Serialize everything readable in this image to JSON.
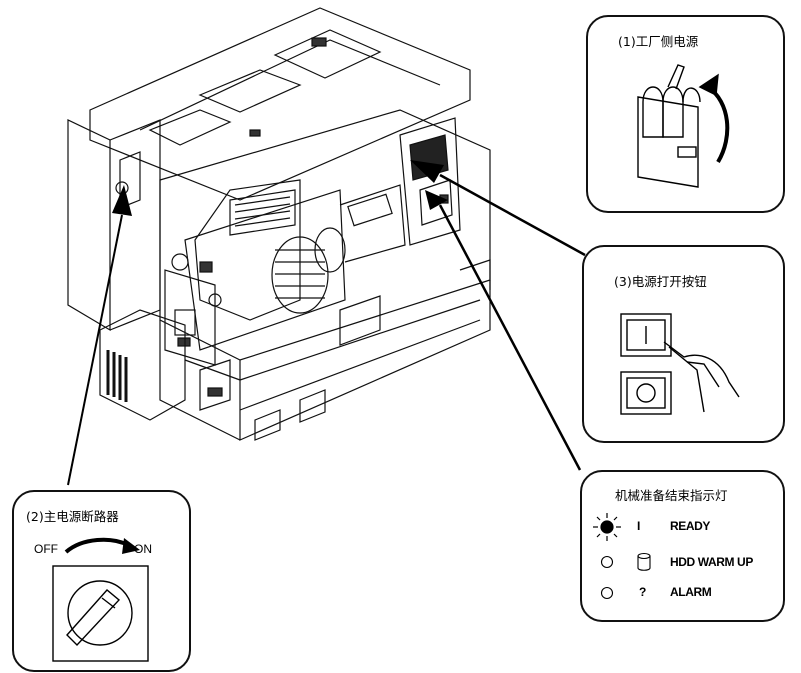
{
  "callouts": {
    "factory_power": {
      "title": "(1)工厂侧电源"
    },
    "main_breaker": {
      "title": "(2)主电源断路器",
      "off_label": "OFF",
      "on_label": "ON"
    },
    "power_on_button": {
      "title": "(3)电源打开按钮"
    },
    "ready_indicators": {
      "title": "机械准备结束指示灯",
      "rows": [
        {
          "symbol": "I",
          "label": "READY"
        },
        {
          "symbol": "",
          "label": "HDD WARM UP"
        },
        {
          "symbol": "?",
          "label": "ALARM"
        }
      ]
    }
  }
}
